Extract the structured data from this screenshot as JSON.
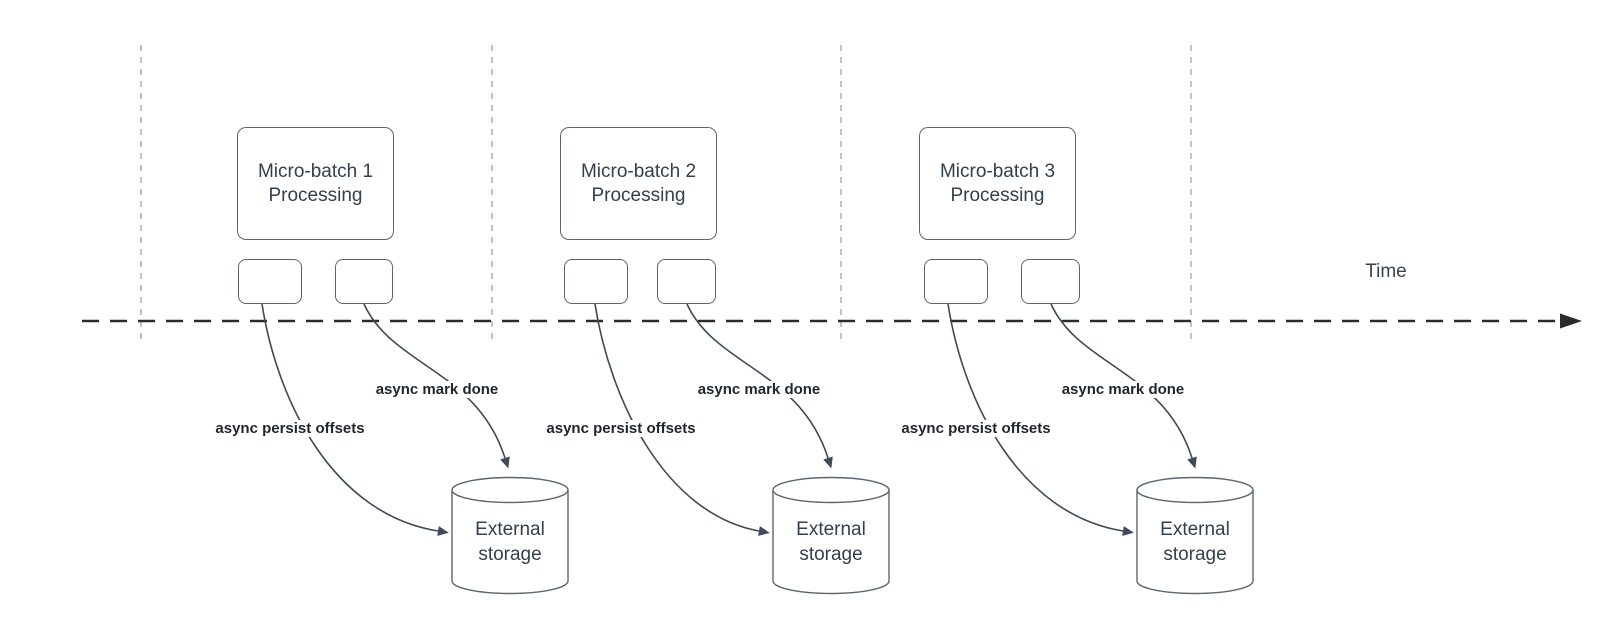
{
  "diagram_type": "micro-batch processing timeline",
  "time_label": "Time",
  "colors": {
    "background": "#ffffff",
    "shape_stroke": "#5c6670",
    "node_text": "#33404d",
    "edge_label_text": "#1f262e",
    "arrow_stroke": "#3f4a57",
    "timeline_stroke": "#2b2b2b",
    "guide_dash": "#b0b5b9"
  },
  "groups": [
    {
      "box_label": "Micro-batch 1\nProcessing",
      "persist_label": "async persist offsets",
      "mark_done_label": "async mark done",
      "storage_label": "External\nstorage"
    },
    {
      "box_label": "Micro-batch 2\nProcessing",
      "persist_label": "async persist offsets",
      "mark_done_label": "async mark done",
      "storage_label": "External\nstorage"
    },
    {
      "box_label": "Micro-batch 3\nProcessing",
      "persist_label": "async persist offsets",
      "mark_done_label": "async mark done",
      "storage_label": "External\nstorage"
    }
  ]
}
